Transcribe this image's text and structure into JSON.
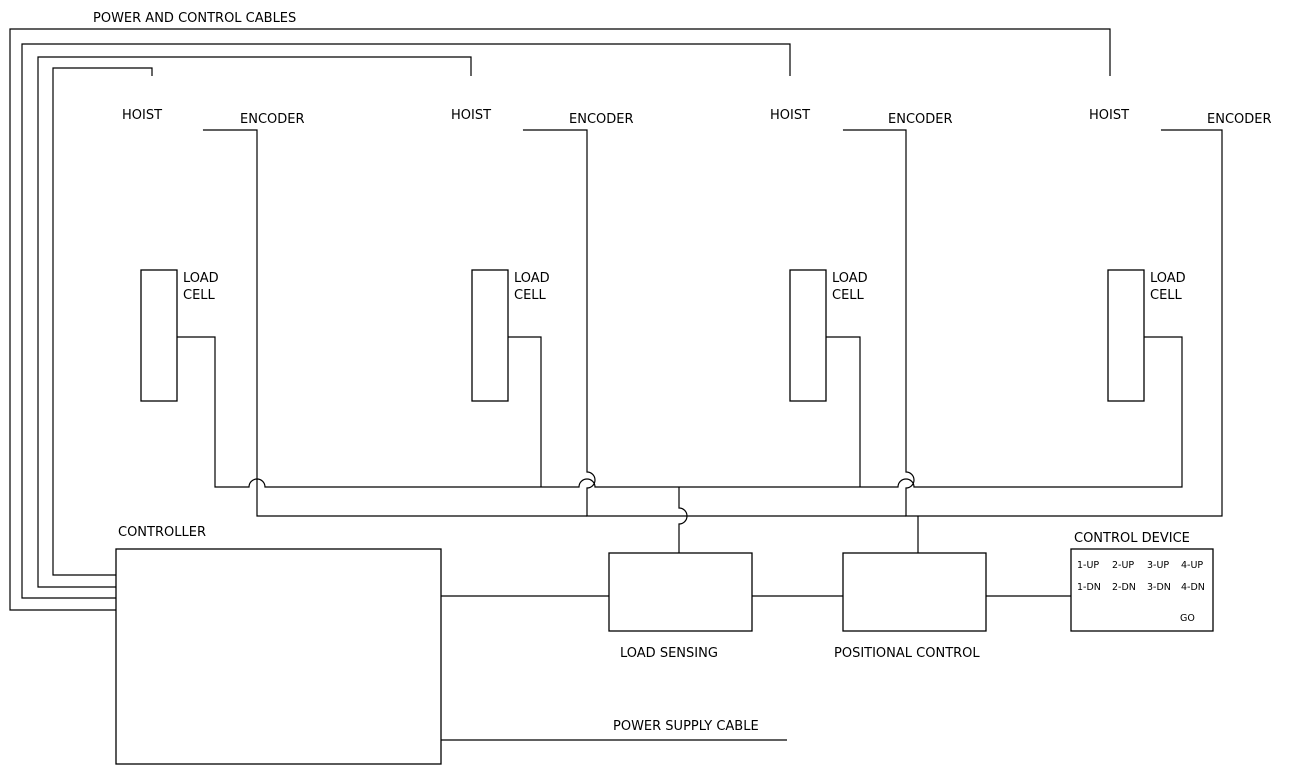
{
  "title": "POWER AND CONTROL CABLES",
  "hoists": [
    {
      "hoist_label": "HOIST",
      "encoder_label": "ENCODER",
      "load_cell_label_1": "LOAD",
      "load_cell_label_2": "CELL"
    },
    {
      "hoist_label": "HOIST",
      "encoder_label": "ENCODER",
      "load_cell_label_1": "LOAD",
      "load_cell_label_2": "CELL"
    },
    {
      "hoist_label": "HOIST",
      "encoder_label": "ENCODER",
      "load_cell_label_1": "LOAD",
      "load_cell_label_2": "CELL"
    },
    {
      "hoist_label": "HOIST",
      "encoder_label": "ENCODER",
      "load_cell_label_1": "LOAD",
      "load_cell_label_2": "CELL"
    }
  ],
  "controller_label": "CONTROLLER",
  "load_sensing_label": "LOAD SENSING",
  "positional_control_label": "POSITIONAL CONTROL",
  "control_device": {
    "title": "CONTROL DEVICE",
    "up_buttons": [
      "1-UP",
      "2-UP",
      "3-UP",
      "4-UP"
    ],
    "down_buttons": [
      "1-DN",
      "2-DN",
      "3-DN",
      "4-DN"
    ],
    "go_label": "GO"
  },
  "power_supply_label": "POWER SUPPLY CABLE"
}
